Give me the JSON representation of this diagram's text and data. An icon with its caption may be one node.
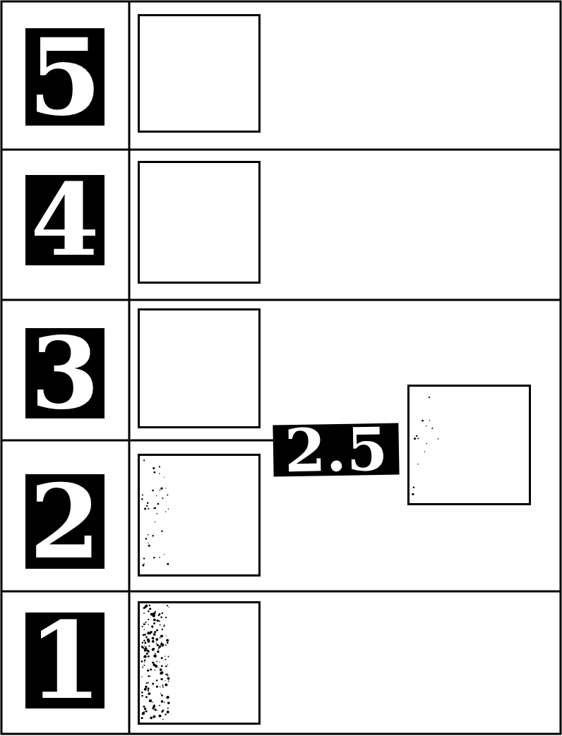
{
  "diagram": {
    "nodes": [
      {
        "text": [
          "5"
        ]
      },
      {
        "text": [],
        "shape": "box"
      },
      {
        "text": [
          "4"
        ]
      },
      {
        "text": [],
        "shape": "box"
      },
      {
        "text": [
          "3"
        ]
      },
      {
        "text": [],
        "shape": "box"
      },
      {
        "text": [
          "2.5"
        ]
      },
      {
        "text": [],
        "shape": "box"
      },
      {
        "text": [
          "2"
        ]
      },
      {
        "text": [],
        "shape": "box"
      },
      {
        "text": [
          "1"
        ]
      },
      {
        "text": [],
        "shape": "box"
      }
    ]
  }
}
